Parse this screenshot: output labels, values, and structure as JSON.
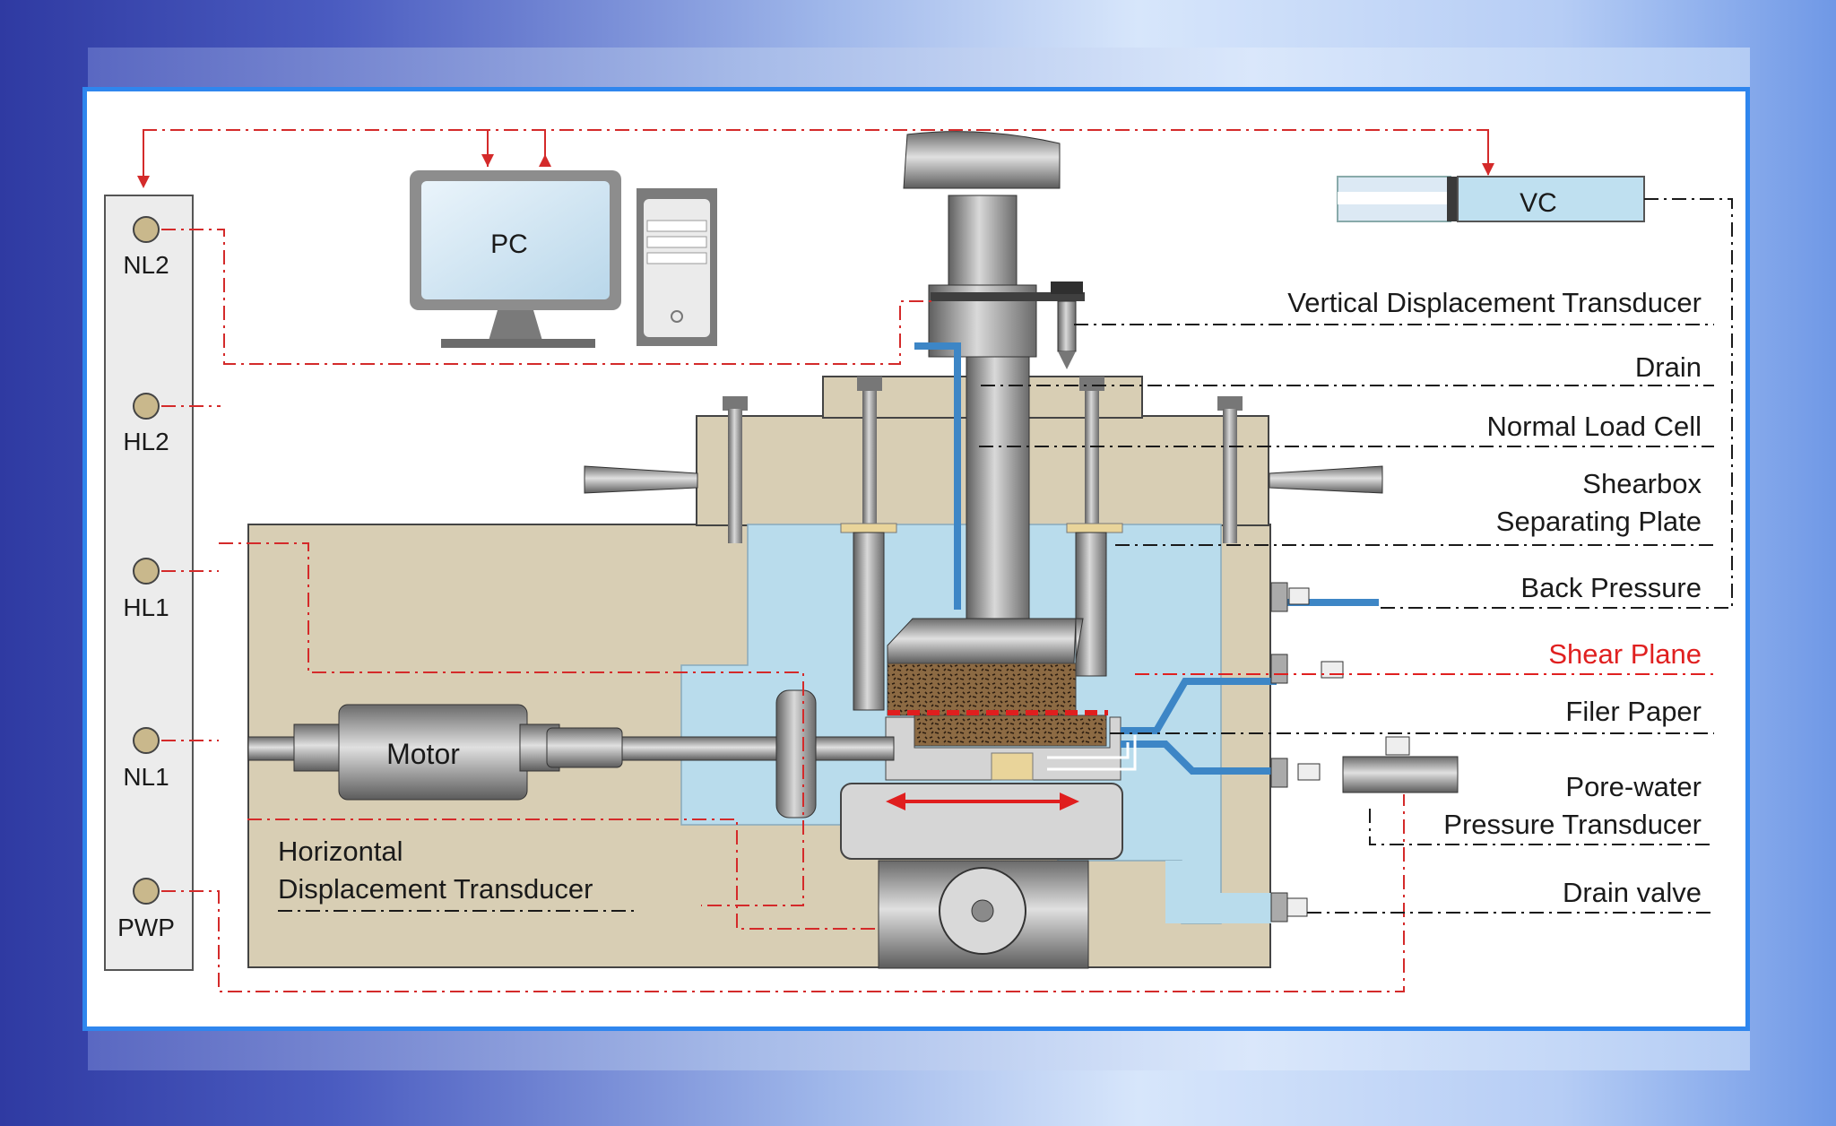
{
  "channels": {
    "nl2": "NL2",
    "hl2": "HL2",
    "hl1": "HL1",
    "nl1": "NL1",
    "pwp": "PWP"
  },
  "pc": "PC",
  "vc": "VC",
  "motor": "Motor",
  "horizontal_transducer": [
    "Horizontal",
    "Displacement Transducer"
  ],
  "labels": {
    "vertical_displacement_transducer": "Vertical Displacement Transducer",
    "drain": "Drain",
    "normal_load_cell": "Normal Load Cell",
    "shearbox": "Shearbox",
    "separating_plate": "Separating Plate",
    "back_pressure": "Back Pressure",
    "shear_plane": "Shear Plane",
    "filer_paper": "Filer Paper",
    "pore_water": "Pore-water",
    "pressure_transducer": "Pressure Transducer",
    "drain_valve": "Drain valve"
  },
  "colors": {
    "frame_border": "#2f86ee",
    "signal_line": "#d42a2a",
    "shear_plane_text": "#e02020",
    "water": "#b9dcec",
    "body": "#d8ceb4",
    "steel": "#8a8a8a"
  }
}
